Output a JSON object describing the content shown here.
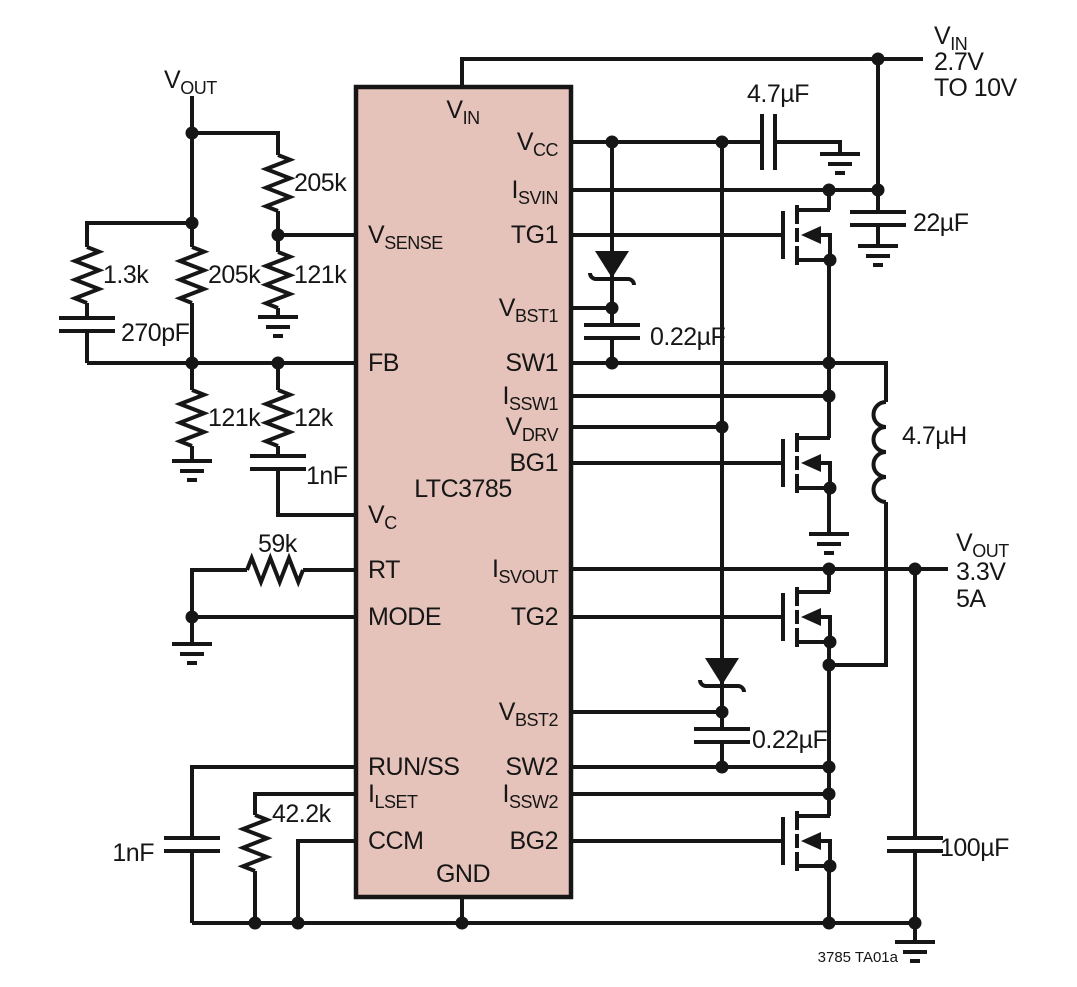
{
  "ic": {
    "part": "LTC3785",
    "pin_vin": {
      "main": "V",
      "sub": "IN"
    },
    "pin_gnd": "GND",
    "pin_vsense": {
      "main": "V",
      "sub": "SENSE"
    },
    "pin_fb": "FB",
    "pin_vc": {
      "main": "V",
      "sub": "C"
    },
    "pin_rt": "RT",
    "pin_mode": "MODE",
    "pin_runss": "RUN/SS",
    "pin_ilset": {
      "main": "I",
      "sub": "LSET"
    },
    "pin_ccm": "CCM",
    "pin_vcc": {
      "main": "V",
      "sub": "CC"
    },
    "pin_isvin": {
      "main": "I",
      "sub": "SVIN"
    },
    "pin_tg1": "TG1",
    "pin_vbst1": {
      "main": "V",
      "sub": "BST1"
    },
    "pin_sw1": "SW1",
    "pin_issw1": {
      "main": "I",
      "sub": "SSW1"
    },
    "pin_vdrv": {
      "main": "V",
      "sub": "DRV"
    },
    "pin_bg1": "BG1",
    "pin_isvout": {
      "main": "I",
      "sub": "SVOUT"
    },
    "pin_tg2": "TG2",
    "pin_vbst2": {
      "main": "V",
      "sub": "BST2"
    },
    "pin_sw2": "SW2",
    "pin_issw2": {
      "main": "I",
      "sub": "SSW2"
    },
    "pin_bg2": "BG2"
  },
  "rails": {
    "input": {
      "main": "V",
      "sub": "IN",
      "line2": "2.7V",
      "line3": "TO 10V"
    },
    "output_top": {
      "main": "V",
      "sub": "OUT"
    },
    "output_right": {
      "main": "V",
      "sub": "OUT",
      "line2": "3.3V",
      "line3": "5A"
    }
  },
  "components": {
    "r_top_205k": "205k",
    "r_mid_205k": "205k",
    "r_1k3": "1.3k",
    "c_270pf": "270pF",
    "r_121k_sense": "121k",
    "r_121k_fb": "121k",
    "r_12k": "12k",
    "c_1nf_vc": "1nF",
    "r_59k": "59k",
    "r_42k2": "42.2k",
    "c_1nf_runss": "1nF",
    "c_4u7": "4.7µF",
    "c_22u": "22µF",
    "c_220n_top": "0.22µF",
    "l_4u7": "4.7µH",
    "c_220n_bot": "0.22µF",
    "c_100u": "100µF"
  },
  "note": "3785 TA01a",
  "colors": {
    "ic_fill": "#e6c3ba",
    "ic_border": "#161616",
    "wire": "#161616",
    "background": "#ffffff"
  }
}
